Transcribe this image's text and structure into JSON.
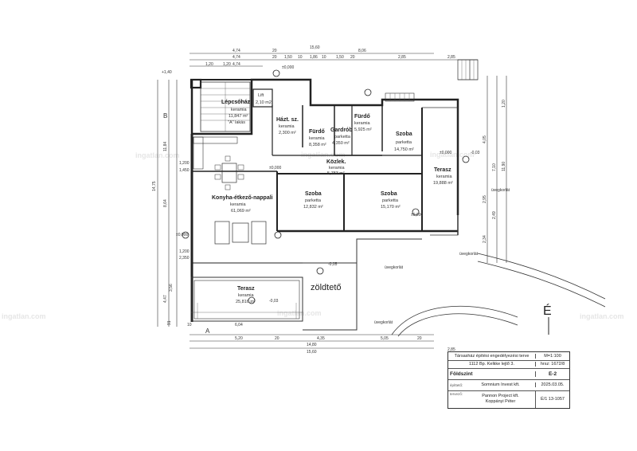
{
  "watermark": "ingatlan.com",
  "rooms": [
    {
      "id": "lepcsohaz",
      "name": "Lépcsőház",
      "material": "keramia",
      "area": "11,847 m²"
    },
    {
      "id": "haztsz",
      "name": "Házt. sz.",
      "material": "keramia",
      "area": "2,300 m²"
    },
    {
      "id": "furdo1",
      "name": "Fürdő",
      "material": "keramia",
      "area": "8,358 m²"
    },
    {
      "id": "gardrob",
      "name": "Gardrób",
      "material": "parketta",
      "area": "4,350 m²"
    },
    {
      "id": "furdo2",
      "name": "Fürdő",
      "material": "keramia",
      "area": "5,925 m²"
    },
    {
      "id": "szoba1",
      "name": "Szoba",
      "material": "parketta",
      "area": "14,750 m²"
    },
    {
      "id": "terasz1",
      "name": "Terasz",
      "material": "keramia",
      "area": "19,888 m²"
    },
    {
      "id": "kozlek",
      "name": "Közlek.",
      "material": "keramia",
      "area": "5,783 m²"
    },
    {
      "id": "konyha",
      "name": "Konyha-étkező-nappali",
      "material": "keramia",
      "area": "61,069 m²"
    },
    {
      "id": "szoba2",
      "name": "Szoba",
      "material": "parketta",
      "area": "12,832 m²"
    },
    {
      "id": "szoba3",
      "name": "Szoba",
      "material": "parketta",
      "area": "15,170 m²"
    },
    {
      "id": "terasz2",
      "name": "Terasz",
      "material": "keramia",
      "area": "25,816 m²"
    }
  ],
  "labels": {
    "zoldteto": "zöldtető",
    "lift": "Lift",
    "lift_area": "2,10 m2",
    "a_lakas": "\"A\" lakás",
    "elevation_e": "É",
    "uvegkorlat": "üvegkorlát",
    "lev_zero": "±0,000",
    "lev_neg003": "-0,03",
    "lev_neg005": "-0,05",
    "lev_pos140": "+1,40",
    "section_a": "A",
    "section_b": "B"
  },
  "dims_top": [
    "4,74",
    "20",
    "15,60",
    "4,74",
    "20",
    "1,50",
    "10",
    "1,86",
    "10",
    "1,50",
    "20",
    "8,06",
    "2,85",
    "2,85",
    "1,20",
    "1,20",
    "4,74",
    "1,50"
  ],
  "dims_bottom": [
    "5,20",
    "20",
    "4,35",
    "5,05",
    "20",
    "14,80",
    "15,60",
    "2,85",
    "6,04",
    "10"
  ],
  "dims_left": [
    "14,75",
    "8,64",
    "11,84",
    "4,47",
    "3,56",
    "1,200",
    "1,450",
    "2,350",
    "1,200",
    "91"
  ],
  "dims_right": [
    "7,10",
    "4,05",
    "2,95",
    "2,49",
    "2,34",
    "11,90",
    "1,20"
  ],
  "title_block": {
    "project": "Társasház építési engedélyezési terve",
    "scale": "M=1:100",
    "address": "1112 Bp. Kelkke lejtő 3.",
    "hrsz": "hrsz: 1672/8",
    "sheet_title": "Földszint",
    "sheet_no": "É-2",
    "builder_label": "építtető:",
    "builder": "Somnium Invest kft.",
    "date": "2025.03.05.",
    "designer_label": "tervező:",
    "designer_firm": "Pannon Project kft.",
    "designer_name": "Koppányi Péter",
    "license": "É/1 13-1057"
  }
}
